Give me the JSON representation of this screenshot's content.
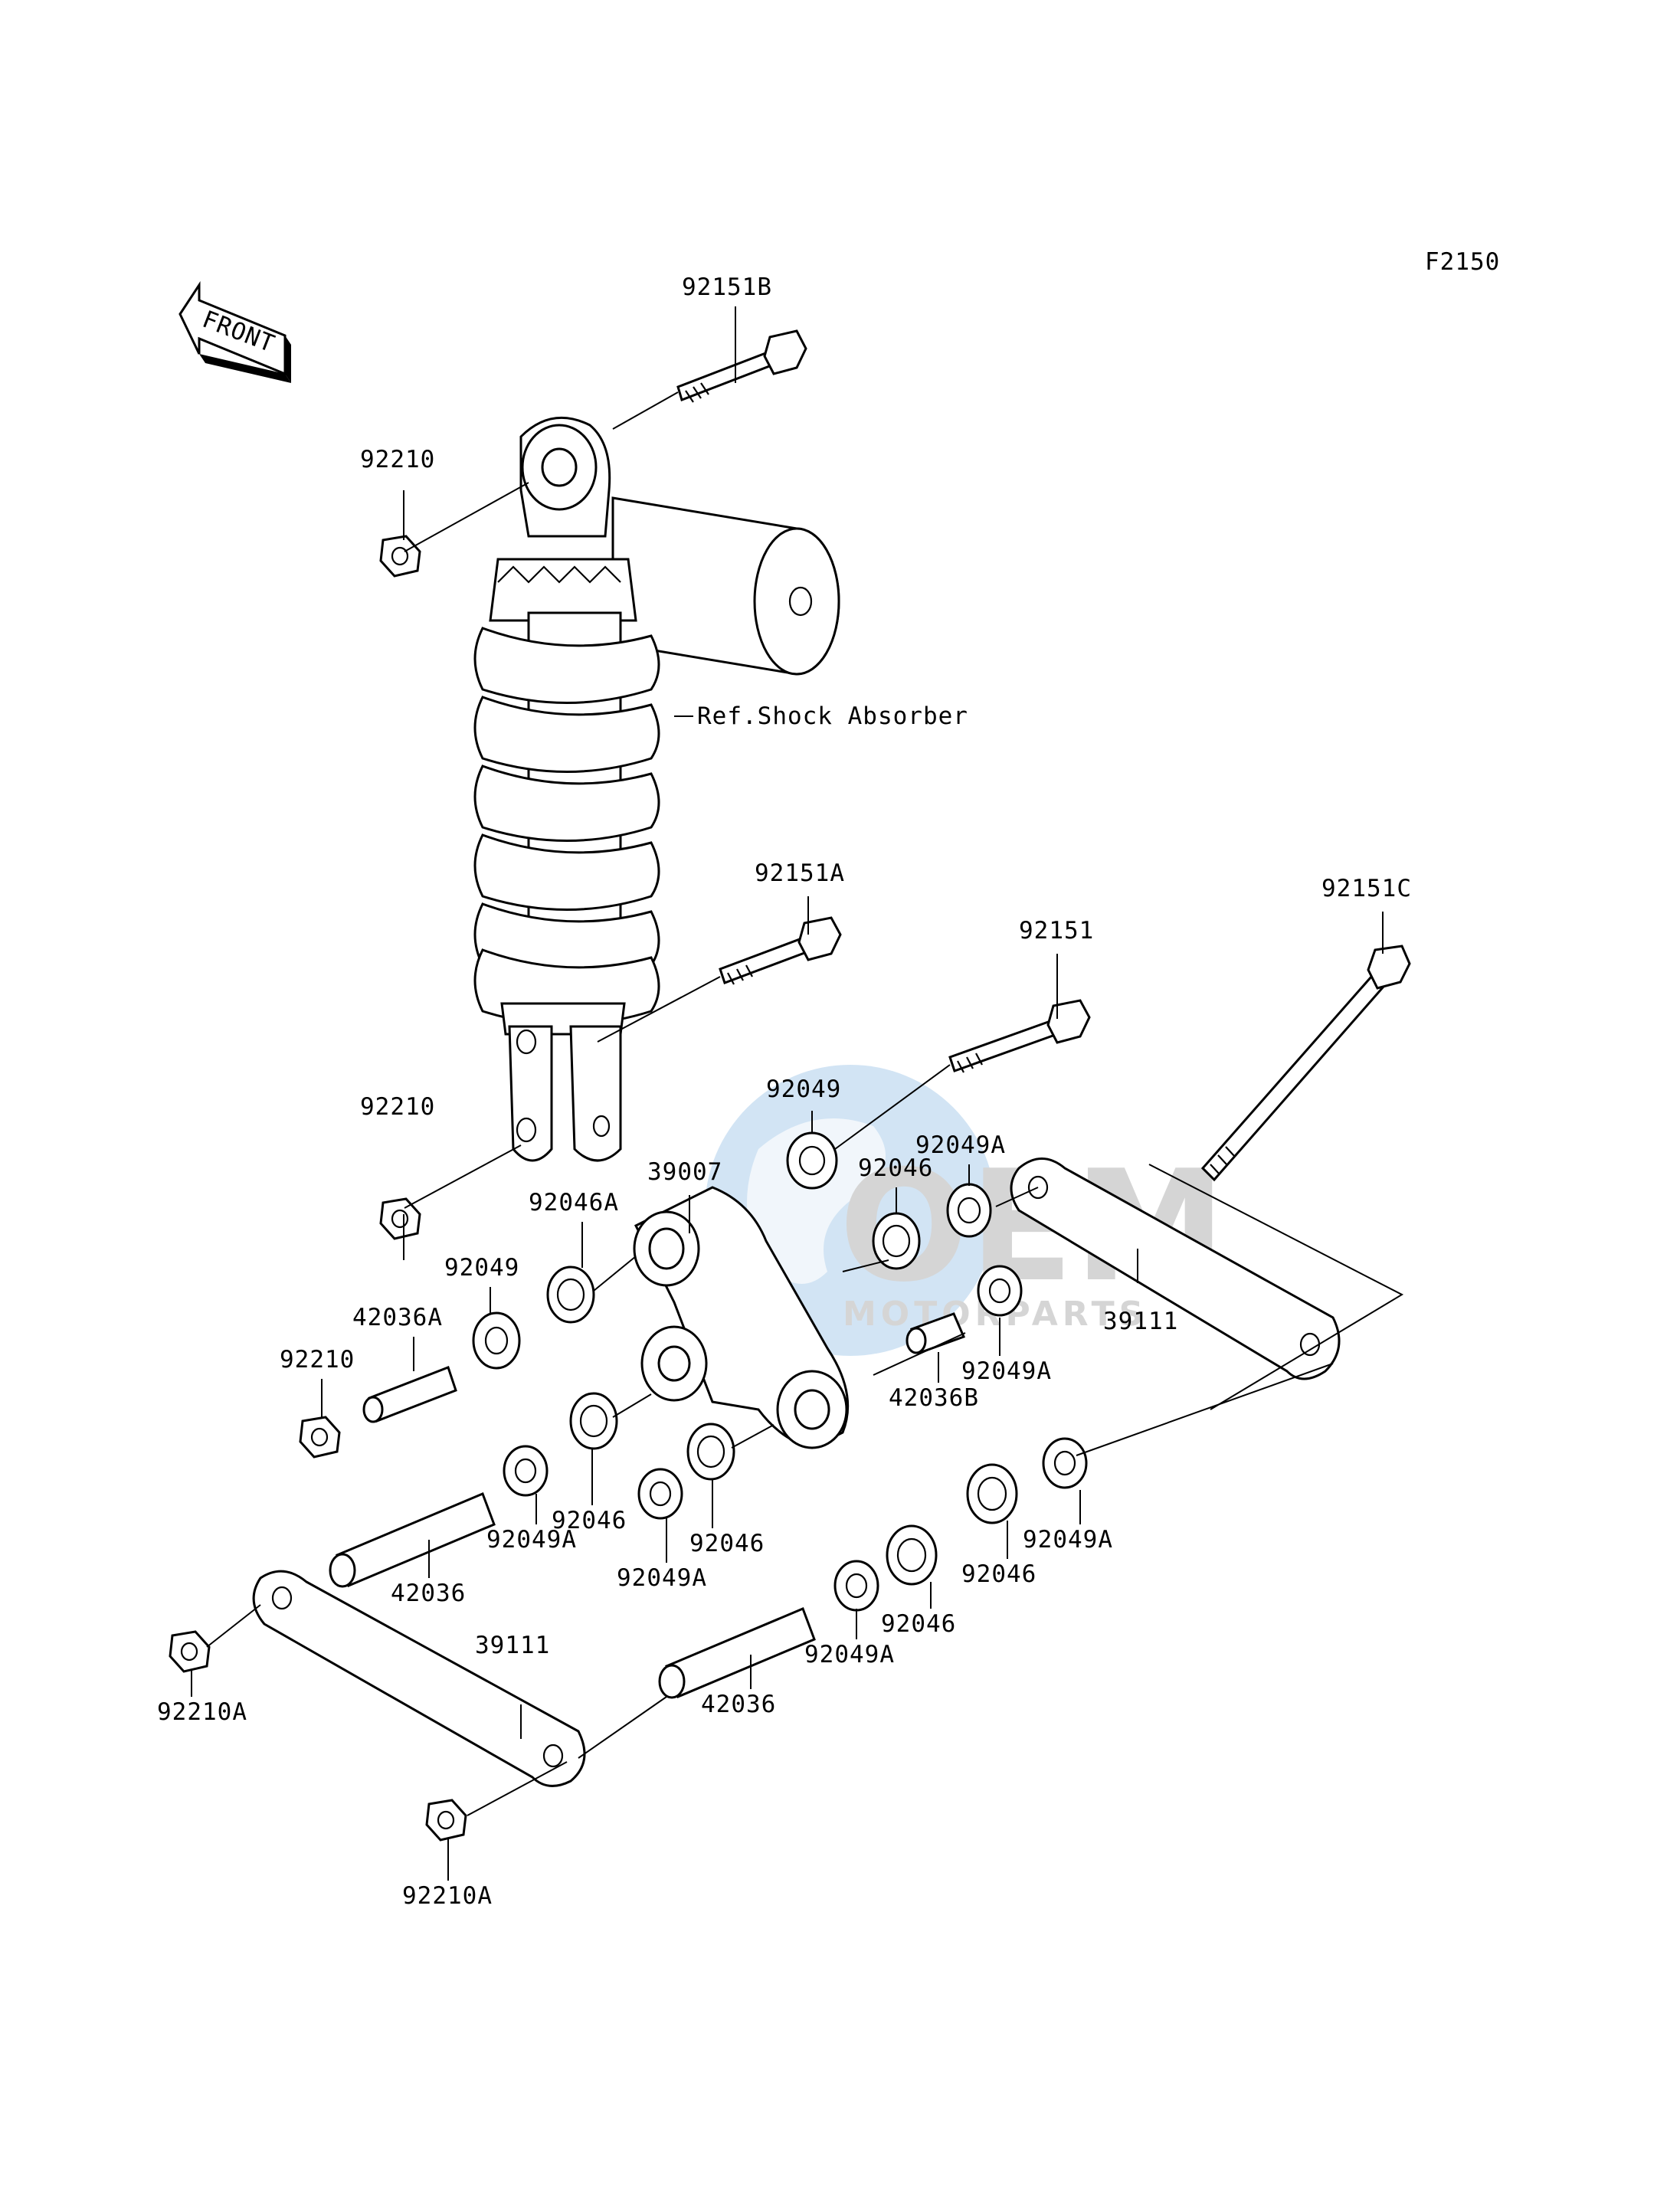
{
  "figure_code": "F2150",
  "front_arrow_label": "FRONT",
  "watermark": {
    "main": "OEM",
    "sub": "MOTORPARTS"
  },
  "reference_label": "Ref.Shock Absorber",
  "labels": {
    "bolt_upper": "92151B",
    "nut_upper": "92210",
    "bolt_92151A": "92151A",
    "bolt_92151": "92151",
    "bolt_92151C": "92151C",
    "nut_lower": "92210",
    "seal_top": "92049",
    "rocker_arm": "39007",
    "seal_top_right": "92049A",
    "bearing_top": "92046",
    "bearing_left": "92046A",
    "seal_left": "92049",
    "collar_left": "42036A",
    "nut_left": "92210",
    "rod_right": "39111",
    "seal_right_mid": "92049A",
    "collar_mid": "42036B",
    "bearing_mid_left": "92046",
    "seal_mid_left": "92049A",
    "bearing_mid": "92046",
    "seal_mid": "92049A",
    "collar_lower_left": "42036",
    "rod_left": "39111",
    "nut_rod_left": "92210A",
    "nut_rod_bottom": "92210A",
    "collar_lower_mid": "42036",
    "seal_lower_mid": "92049A",
    "bearing_lower_mid": "92046",
    "bearing_lower_right": "92046",
    "seal_lower_right": "92049A"
  }
}
